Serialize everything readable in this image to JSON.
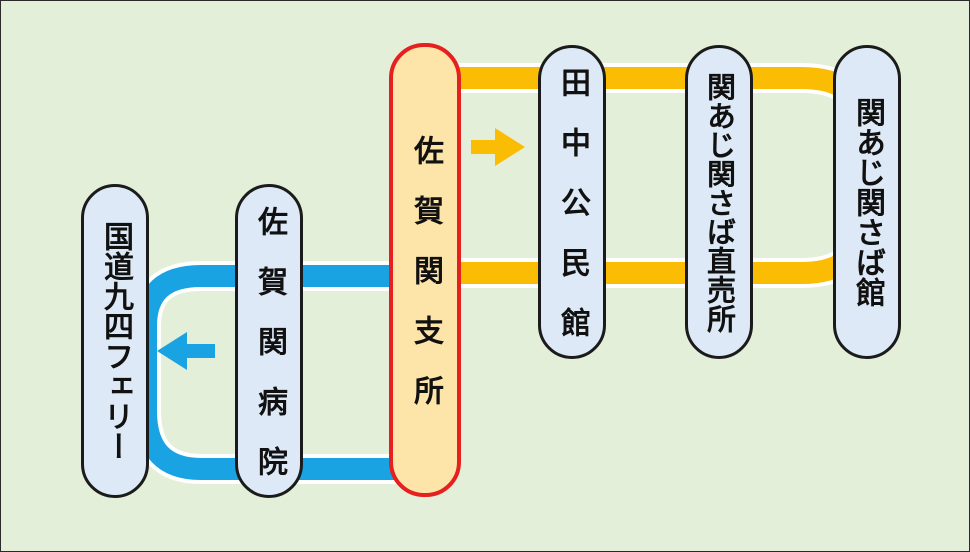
{
  "stops": {
    "saga_shisho": "佐　賀　関　支　所",
    "tanaka_kominkan": "田　中　公　民　館",
    "sekiaji_chokubaijo": "関あじ関さば直売所",
    "sekiaji_kan": "関あじ関さば館",
    "saga_byoin": "佐　賀　関　病　院",
    "ferry": "国道九四フェリー"
  },
  "colors": {
    "canvas_background": "#e4efda",
    "stop_fill": "#dde9f6",
    "current_stop_fill": "#fde4a8",
    "current_stop_border": "#e5201e",
    "east_route": "#fbbc04",
    "west_route": "#19a3e3"
  },
  "arrows": {
    "east": "right-arrow-icon",
    "west": "left-arrow-icon"
  }
}
